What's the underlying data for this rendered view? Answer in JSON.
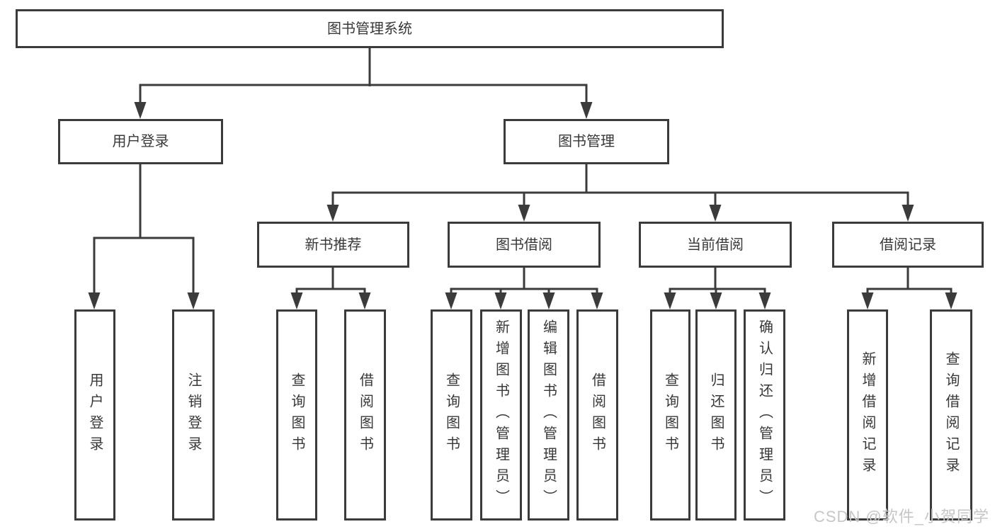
{
  "tree": {
    "root_label": "图书管理系统",
    "branches": [
      {
        "label": "用户登录",
        "children": [
          "用户登录",
          "注销登录"
        ]
      },
      {
        "label": "图书管理",
        "sections": [
          {
            "label": "新书推荐",
            "children": [
              "查询图书",
              "借阅图书"
            ]
          },
          {
            "label": "图书借阅",
            "children": [
              "查询图书",
              "新增图书（管理员）",
              "编辑图书（管理员）",
              "借阅图书"
            ]
          },
          {
            "label": "当前借阅",
            "children": [
              "查询图书",
              "归还图书",
              "确认归还（管理员）"
            ]
          },
          {
            "label": "借阅记录",
            "children": [
              "新增借阅记录",
              "查询借阅记录"
            ]
          }
        ]
      }
    ]
  },
  "watermark": "CSDN @软件_小贺同学",
  "colors": {
    "line": "#3b3b3b",
    "text": "#383838",
    "watermark": "#c6c6c6",
    "background": "#ffffff"
  }
}
